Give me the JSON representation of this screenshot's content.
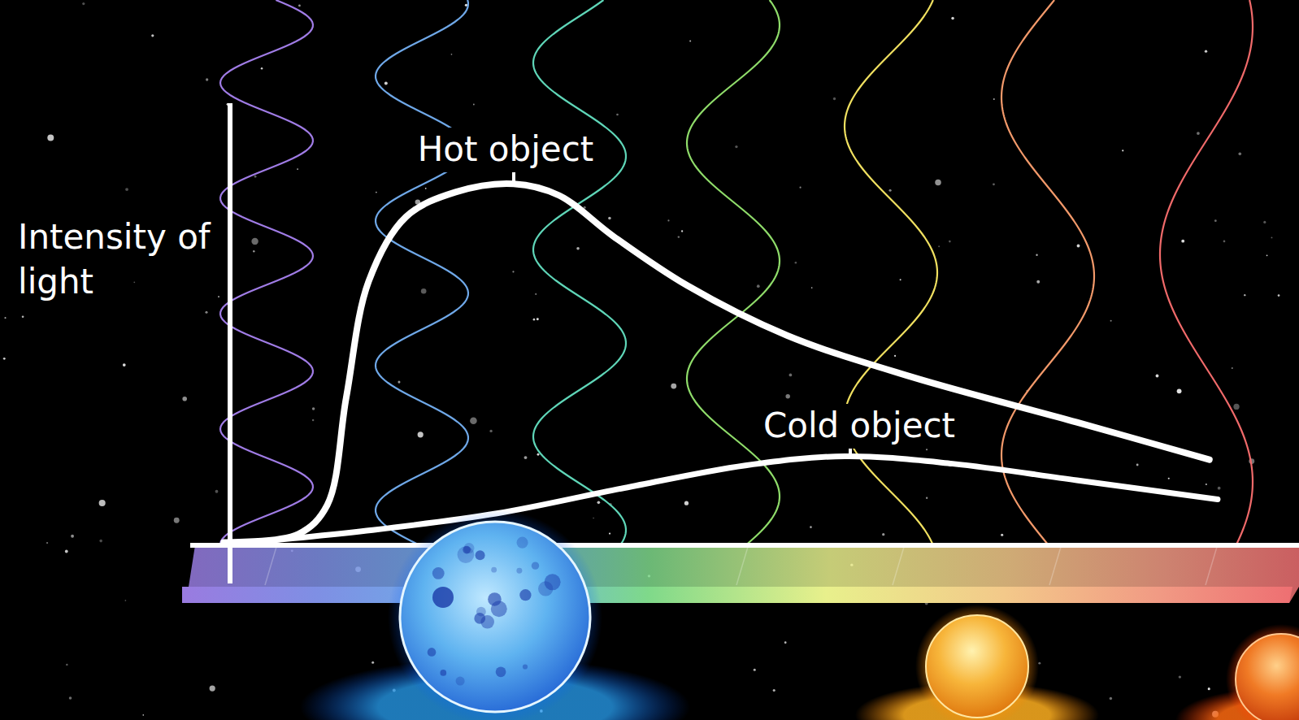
{
  "diagram": {
    "labels": [
      "Intensity of light",
      "Hot object",
      "Cold object"
    ]
  }
}
